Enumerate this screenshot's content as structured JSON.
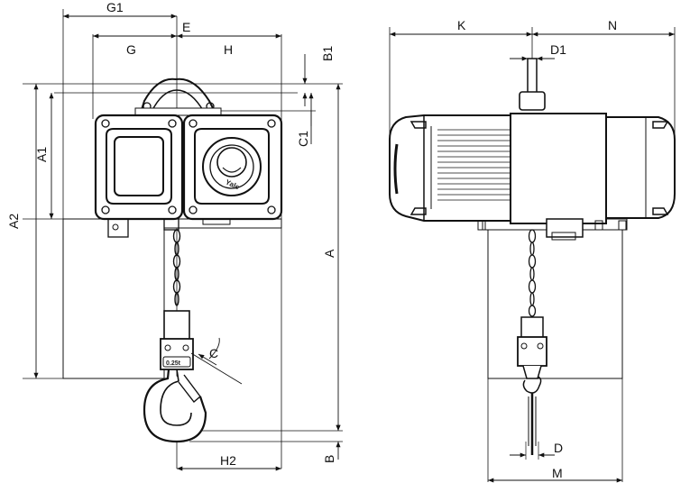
{
  "labels": {
    "G1": "G1",
    "E": "E",
    "G": "G",
    "H": "H",
    "B1": "B1",
    "A1": "A1",
    "A2": "A2",
    "C1": "C1",
    "A": "A",
    "C": "C",
    "H2": "H2",
    "B": "B",
    "K": "K",
    "N": "N",
    "D1": "D1",
    "D": "D",
    "M": "M"
  },
  "product": {
    "brand": "Yale",
    "capacity": "0.25t"
  }
}
